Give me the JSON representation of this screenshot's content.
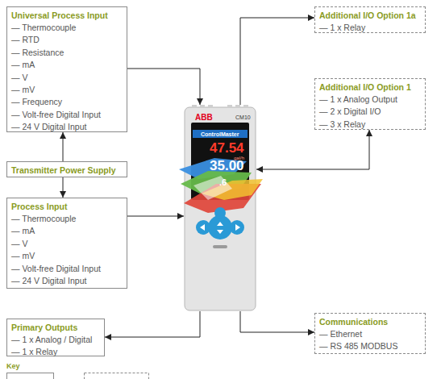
{
  "diagram": {
    "nodes": [
      {
        "text": [
          "Universal Process Input",
          "— Thermocouple",
          "— RTD",
          "— Resistance",
          "— mA",
          "— V",
          "— mV",
          "— Frequency",
          "— Volt-free Digital Input",
          "— 24 V Digital Input"
        ]
      },
      {
        "text": [
          "Additional I/O Option 1a",
          "— 1 x Relay"
        ]
      },
      {
        "text": [
          "Additional I/O Option 1",
          "— 1 x Analog Output",
          "— 2 x Digital I/O",
          "— 3 x Relay"
        ]
      },
      {
        "text": [
          "ABB",
          "CM10",
          "ControlMaster",
          "47.54",
          "gal/h",
          "35.00",
          ".6"
        ]
      },
      {
        "text": [
          "Transmitter Power Supply"
        ]
      },
      {
        "text": [
          "Process Input",
          "— Thermocouple",
          "— mA",
          "— V",
          "— mV",
          "— Volt-free Digital Input",
          "— 24 V Digital Input"
        ]
      },
      {
        "text": [
          "Primary Outputs",
          "— 1 x Analog / Digital",
          "— 1 x Relay"
        ]
      },
      {
        "text": [
          "Communications",
          "— Ethernet",
          "— RS 485 MODBUS"
        ]
      }
    ],
    "edges": [
      {
        "from": 0,
        "to": 3,
        "arrow": "to"
      },
      {
        "from": 4,
        "to": 0,
        "arrow": "to"
      },
      {
        "from": 4,
        "to": 5,
        "arrow": "to"
      },
      {
        "from": 5,
        "to": 3,
        "arrow": "to"
      },
      {
        "from": 3,
        "to": 6,
        "arrow": "to"
      },
      {
        "from": 3,
        "to": 1,
        "arrow": "to"
      },
      {
        "from": 3,
        "to": 2,
        "arrow": "both"
      },
      {
        "from": 3,
        "to": 7,
        "arrow": "to"
      }
    ],
    "labels": [
      "Key"
    ]
  }
}
